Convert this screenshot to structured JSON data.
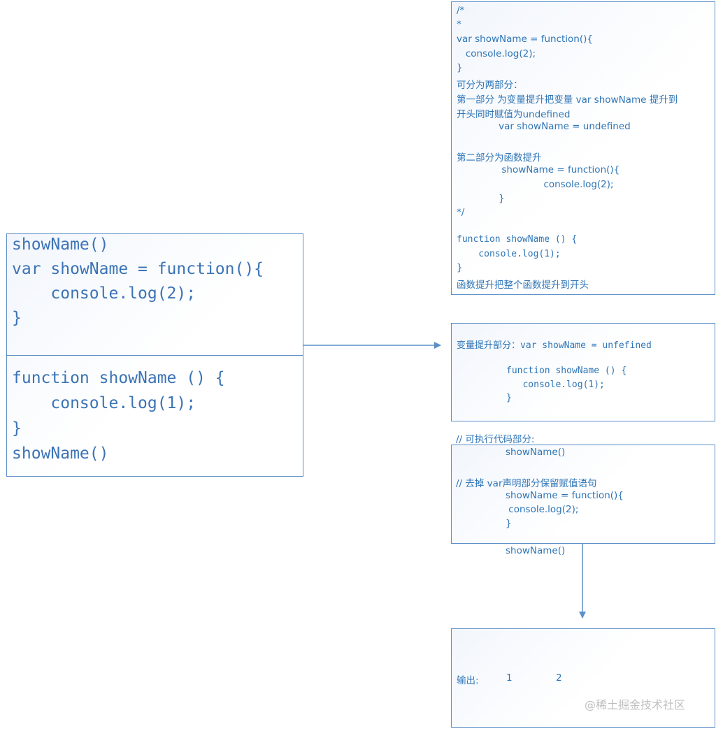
{
  "left_box": {
    "top_lines": [
      "showName()",
      "var showName = function(){",
      "    console.log(2);",
      "}"
    ],
    "bottom_lines": [
      "function showName () {",
      "    console.log(1);",
      "}",
      "showName()"
    ]
  },
  "note_box": {
    "lines": [
      "/*",
      "*",
      "var showName = function(){",
      "   console.log(2);",
      "}",
      "可分为两部分：",
      "第一部分 为变量提升把变量 var showName 提升到",
      "开头同时赋值为undefined",
      "              var showName = undefined",
      "第二部分为函数提升",
      "               showName = function(){",
      "                             console.log(2);",
      "              }",
      "*/",
      "function showName () {",
      "    console.log(1);",
      "}",
      "函数提升把整个函数提升到开头"
    ]
  },
  "hoist_box": {
    "title": "变量提升部分：var showName = unfefined",
    "lines": [
      "function showName () {",
      "   console.log(1);",
      "}"
    ]
  },
  "exec_section": {
    "comment1": "// 可执行代码部分:",
    "lines": [
      "showName()",
      "// 去掉 var声明部分保留赋值语句",
      "showName = function(){",
      " console.log(2);",
      "}"
    ],
    "after": "showName()"
  },
  "output_box": {
    "label": "输出:",
    "values": [
      "1",
      "2"
    ]
  },
  "watermark": "@稀土掘金技术社区"
}
